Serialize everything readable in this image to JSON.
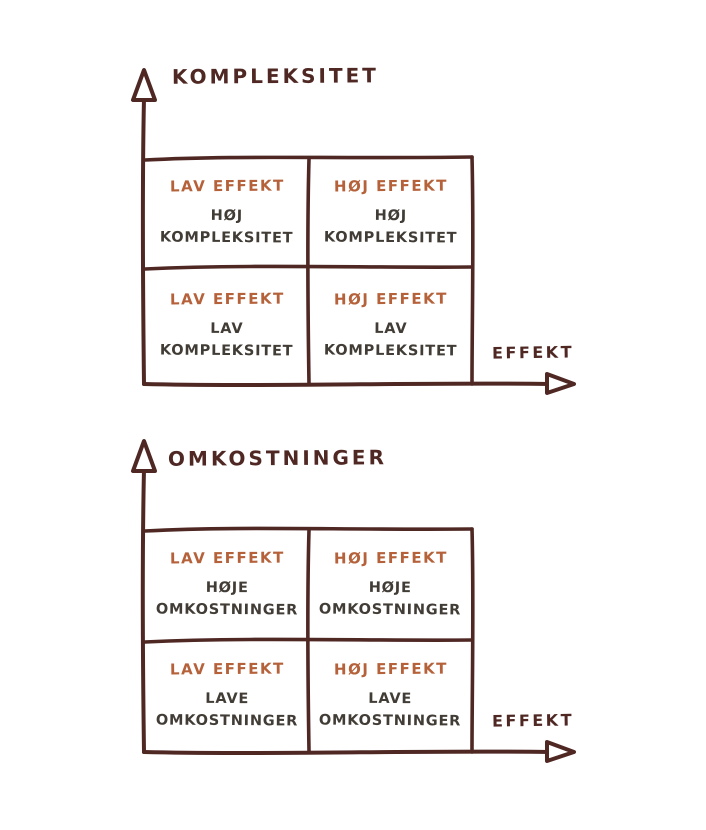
{
  "colors": {
    "line": "#4f2824",
    "accent_text": "#b5613a",
    "dark_text": "#413c35",
    "background": "#ffffff"
  },
  "diagrams": [
    {
      "y_axis_label": "KOMPLEKSITET",
      "x_axis_label": "EFFEKT",
      "quadrants": [
        {
          "position": "top-left",
          "effect_label": "LAV EFFEKT",
          "value_label": "HØJ\nKOMPLEKSITET"
        },
        {
          "position": "top-right",
          "effect_label": "HØJ EFFEKT",
          "value_label": "HØJ\nKOMPLEKSITET"
        },
        {
          "position": "bottom-left",
          "effect_label": "LAV EFFEKT",
          "value_label": "LAV\nKOMPLEKSITET"
        },
        {
          "position": "bottom-right",
          "effect_label": "HØJ EFFEKT",
          "value_label": "LAV\nKOMPLEKSITET"
        }
      ]
    },
    {
      "y_axis_label": "OMKOSTNINGER",
      "x_axis_label": "EFFEKT",
      "quadrants": [
        {
          "position": "top-left",
          "effect_label": "LAV EFFEKT",
          "value_label": "HØJE\nOMKOSTNINGER"
        },
        {
          "position": "top-right",
          "effect_label": "HØJ EFFEKT",
          "value_label": "HØJE\nOMKOSTNINGER"
        },
        {
          "position": "bottom-left",
          "effect_label": "LAV EFFEKT",
          "value_label": "LAVE\nOMKOSTNINGER"
        },
        {
          "position": "bottom-right",
          "effect_label": "HØJ EFFEKT",
          "value_label": "LAVE\nOMKOSTNINGER"
        }
      ]
    }
  ]
}
